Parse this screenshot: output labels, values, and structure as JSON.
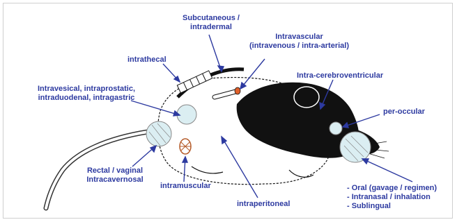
{
  "labels": {
    "subcutaneous": "Subcutaneous /\nintradermal",
    "intravascular": "Intravascular\n(intravenous / intra-arterial)",
    "intrathecal": "intrathecal",
    "icv": "Intra-cerebroventricular",
    "intravesical": "Intravesical, intraprostatic,\nintraduodenal, intragastric",
    "perocular": "per-occular",
    "rectal": "Rectal / vaginal\nIntracavernosal",
    "intramuscular": "intramuscular",
    "intraperitoneal": "intraperitoneal",
    "oral": "- Oral (gavage / regimen)\n- Intranasal / inhalation\n- Sublingual"
  },
  "colors": {
    "label_text": "#2d3aa0",
    "pointer_line": "#2d3aa0",
    "marker_fill": "#dbeef2",
    "rat_outline": "#111111",
    "rat_dark_fur": "#111111",
    "catheter": "#e0602a",
    "muscle": "#b45a28"
  },
  "icons": {
    "animal": "rat-illustration",
    "syringe": "syringe-icon",
    "catheter": "catheter-icon",
    "muscle": "muscle-icon"
  }
}
